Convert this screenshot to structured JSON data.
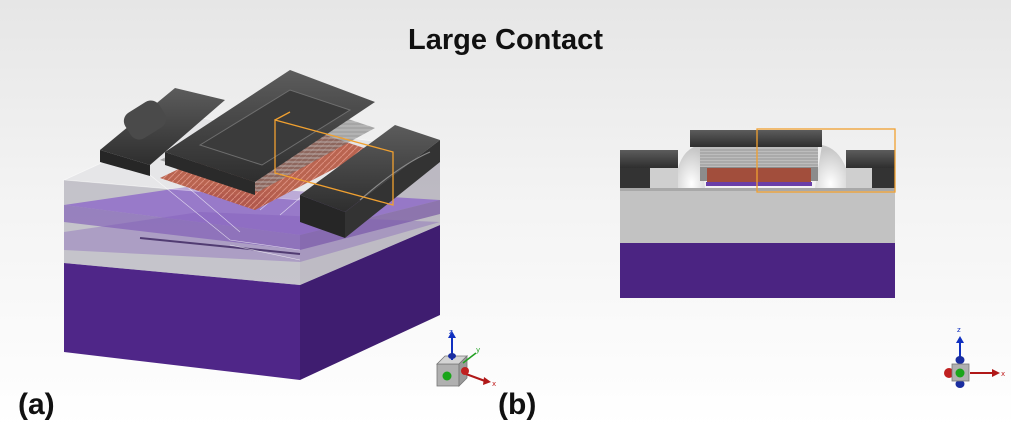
{
  "title": "Large Contact",
  "panels": [
    {
      "label": "(a)"
    },
    {
      "label": "(b)"
    }
  ],
  "axis_labels": {
    "z": "z",
    "y": "y",
    "x": "x"
  },
  "colors": {
    "substrate": "#4b2482",
    "oxide": "#c2c2c2",
    "contact": "#3e3e3e",
    "channel": "#b2553f",
    "highlight_box": "#f0a030",
    "axis_z": "#1030c0",
    "axis_y": "#20a020",
    "axis_x": "#c02020"
  }
}
